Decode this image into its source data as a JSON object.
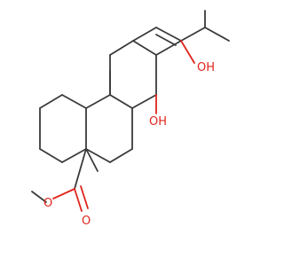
{
  "labels": {
    "ring_oh": "OH",
    "junction_oh": "OH",
    "ester_o": "O",
    "carbonyl_o": "O"
  },
  "colors": {
    "bond": "#3a3a3a",
    "oxygen": "#e0241b",
    "background": "#ffffff"
  }
}
